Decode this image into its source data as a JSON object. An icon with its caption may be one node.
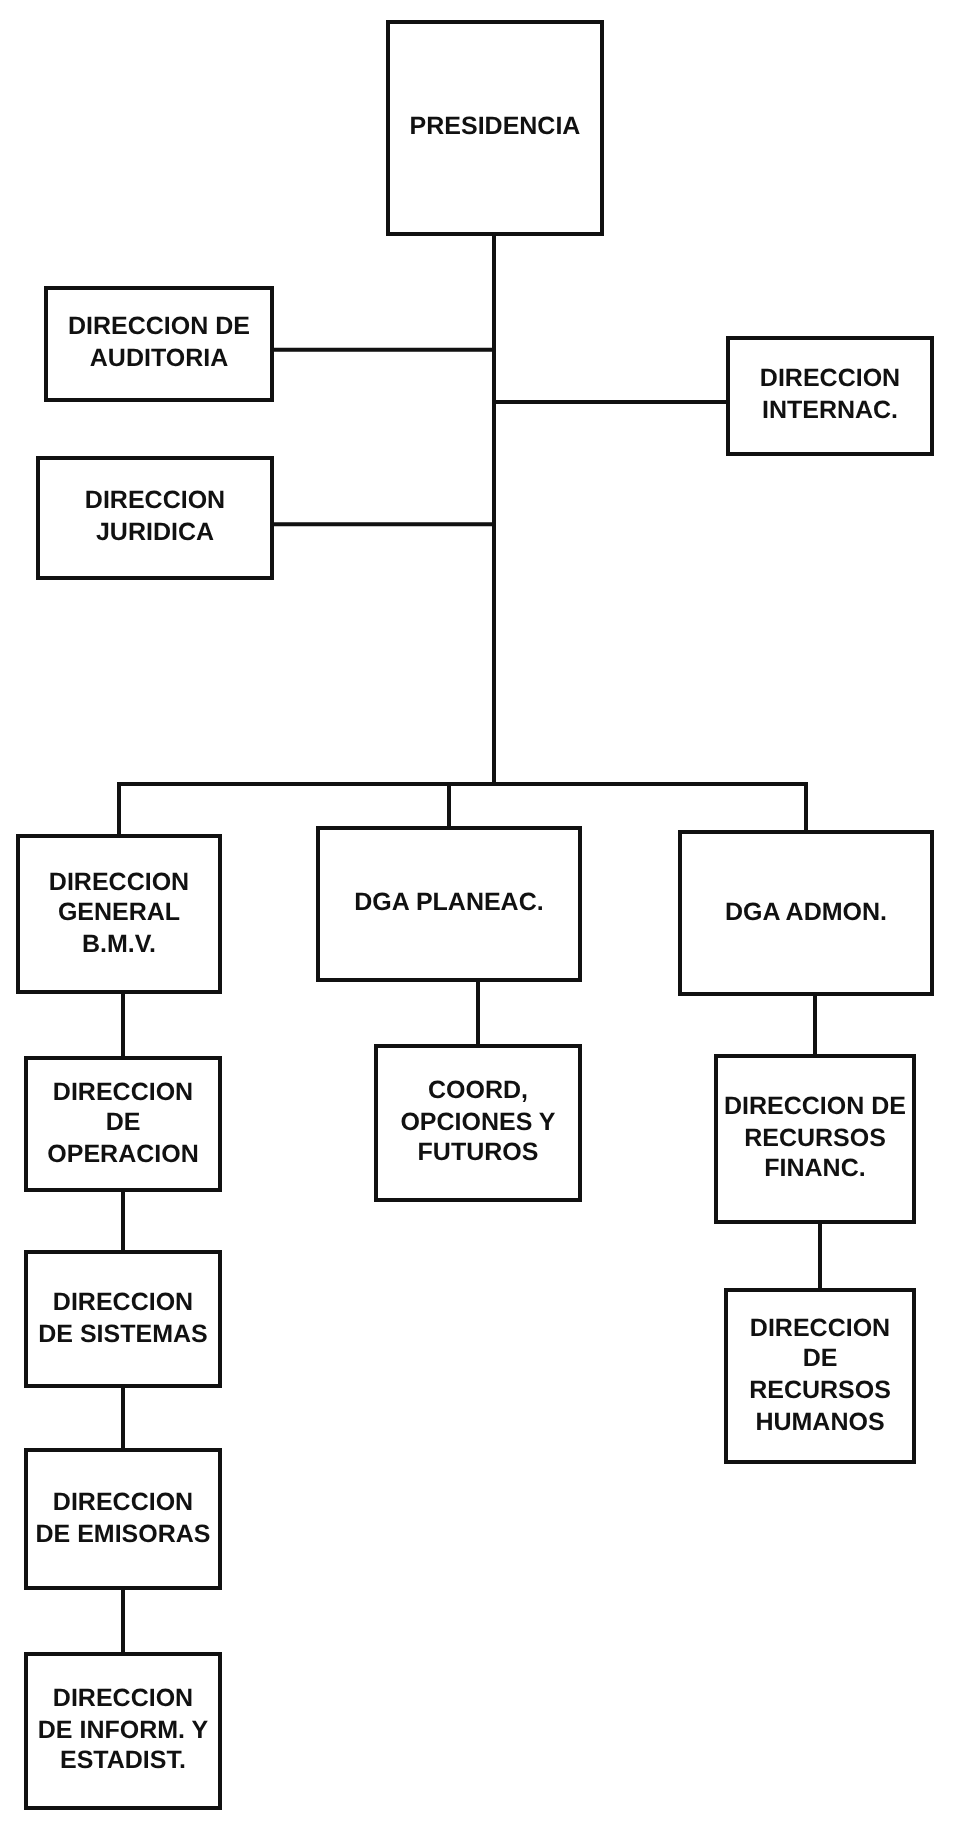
{
  "diagram": {
    "nodes": [
      {
        "text": [
          "PRESIDENCIA"
        ]
      },
      {
        "text": [
          "DIRECCION DE AUDITORIA"
        ]
      },
      {
        "text": [
          "DIRECCION INTERNAC."
        ]
      },
      {
        "text": [
          "DIRECCION JURIDICA"
        ]
      },
      {
        "text": [
          "DIRECCION GENERAL B.M.V."
        ]
      },
      {
        "text": [
          "DGA PLANEAC."
        ]
      },
      {
        "text": [
          "DGA ADMON."
        ]
      },
      {
        "text": [
          "DIRECCION DE OPERACION"
        ]
      },
      {
        "text": [
          "COORD, OPCIONES Y FUTUROS"
        ]
      },
      {
        "text": [
          "DIRECCION DE RECURSOS FINANC."
        ]
      },
      {
        "text": [
          "DIRECCION DE SISTEMAS"
        ]
      },
      {
        "text": [
          "DIRECCION DE RECURSOS HUMANOS"
        ]
      },
      {
        "text": [
          "DIRECCION DE EMISORAS"
        ]
      },
      {
        "text": [
          "DIRECCION DE INFORM. Y ESTADIST."
        ]
      }
    ],
    "edges": [
      {
        "from": 0,
        "to": 1,
        "arrow": "none"
      },
      {
        "from": 0,
        "to": 2,
        "arrow": "none"
      },
      {
        "from": 0,
        "to": 3,
        "arrow": "none"
      },
      {
        "from": 0,
        "to": 4,
        "arrow": "none"
      },
      {
        "from": 0,
        "to": 5,
        "arrow": "none"
      },
      {
        "from": 0,
        "to": 6,
        "arrow": "none"
      },
      {
        "from": 4,
        "to": 7,
        "arrow": "none"
      },
      {
        "from": 5,
        "to": 8,
        "arrow": "none"
      },
      {
        "from": 6,
        "to": 9,
        "arrow": "none"
      },
      {
        "from": 7,
        "to": 10,
        "arrow": "none"
      },
      {
        "from": 9,
        "to": 11,
        "arrow": "none"
      },
      {
        "from": 10,
        "to": 12,
        "arrow": "none"
      },
      {
        "from": 12,
        "to": 13,
        "arrow": "none"
      }
    ]
  }
}
